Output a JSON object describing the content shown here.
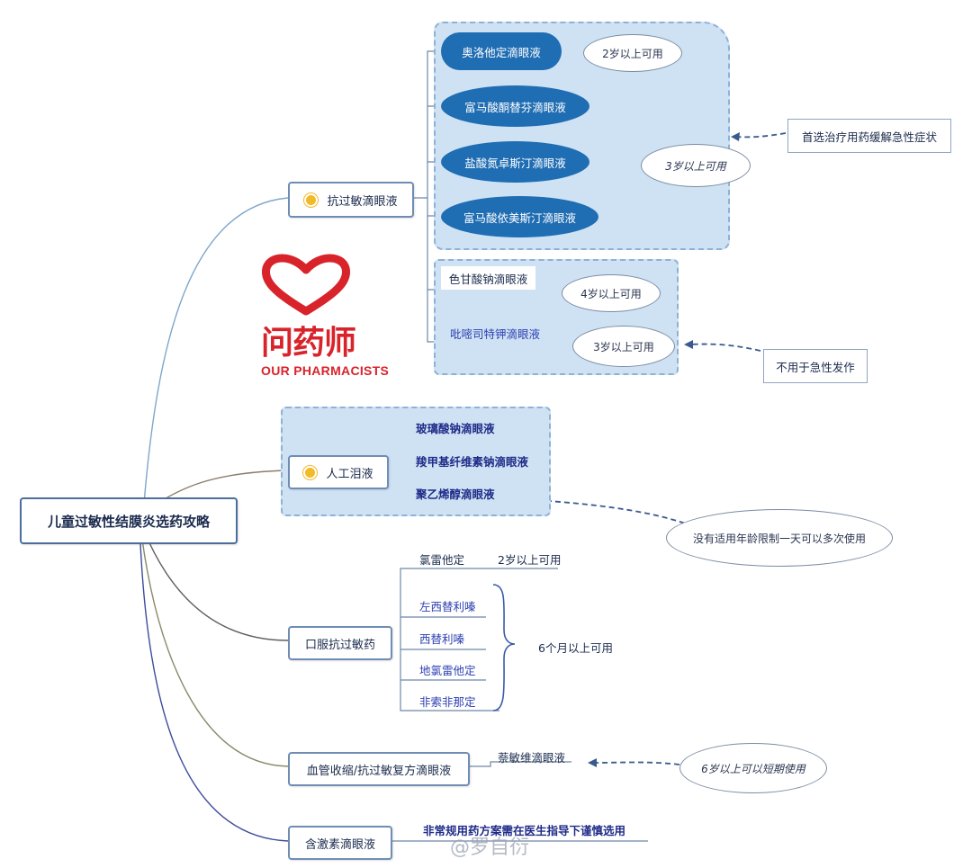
{
  "root": "儿童过敏性结膜炎选药攻略",
  "branches": {
    "antiallergy_drops": "抗过敏滴眼液",
    "artificial_tears": "人工泪液",
    "oral_antiallergy": "口服抗过敏药",
    "vasoconstrictor": "血管收缩/抗过敏复方滴眼液",
    "steroid_drops": "含激素滴眼液"
  },
  "antiallergy_items": [
    "奥洛他定滴眼液",
    "富马酸酮替芬滴眼液",
    "盐酸氮卓斯汀滴眼液",
    "富马酸依美斯汀滴眼液"
  ],
  "mast_items": [
    "色甘酸钠滴眼液",
    "吡嘧司特钾滴眼液"
  ],
  "age_notes": {
    "olopatadine": "2岁以上可用",
    "group3": "3岁以上可用",
    "cromolyn": "4岁以上可用",
    "pemirolast": "3岁以上可用",
    "loratadine": "2岁以上可用",
    "six_months": "6个月以上可用",
    "naphazoline": "6岁以上可以短期使用",
    "no_age_limit": "没有适用年龄限制一天可以多次使用"
  },
  "callouts": {
    "first_choice": "首选治疗用药缓解急性症状",
    "not_for_acute": "不用于急性发作"
  },
  "tears_items": [
    "玻璃酸钠滴眼液",
    "羧甲基纤维素钠滴眼液",
    "聚乙烯醇滴眼液"
  ],
  "oral_items": [
    "氯雷他定",
    "左西替利嗪",
    "西替利嗪",
    "地氯雷他定",
    "非索非那定"
  ],
  "vaso_item": "萘敏维滴眼液",
  "steroid_note": "非常规用药方案需在医生指导下谨慎选用",
  "logo": {
    "cn": "问药师",
    "en": "OUR PHARMACISTS"
  },
  "watermark": "@罗自衍",
  "colors": {
    "pill": "#1f6db3",
    "cloud": "#cfe2f4",
    "logo": "#d9232a",
    "accent_dot": "#f2b928"
  }
}
